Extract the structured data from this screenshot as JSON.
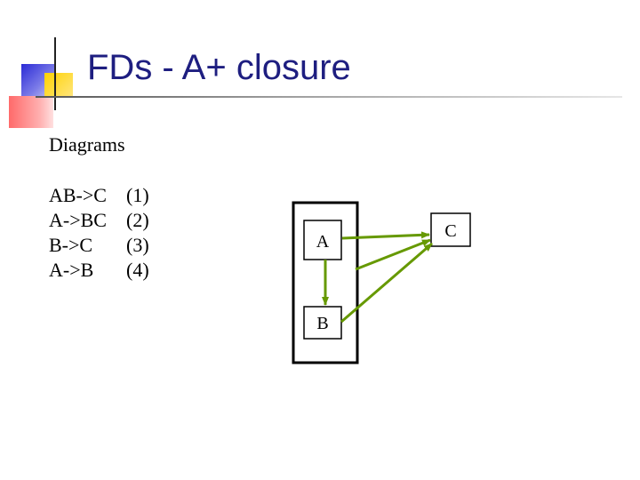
{
  "slide": {
    "title": "FDs - A+ closure",
    "subtitle": "Diagrams"
  },
  "fds": [
    {
      "expr": "AB->C",
      "num": "(1)"
    },
    {
      "expr": "A->BC",
      "num": "(2)"
    },
    {
      "expr": "B->C",
      "num": "(3)"
    },
    {
      "expr": "A->B",
      "num": "(4)"
    }
  ],
  "diagram": {
    "nodes": {
      "a": "A",
      "b": "B",
      "c": "C"
    },
    "arrow_color": "#669900",
    "box_color": "#000000"
  }
}
